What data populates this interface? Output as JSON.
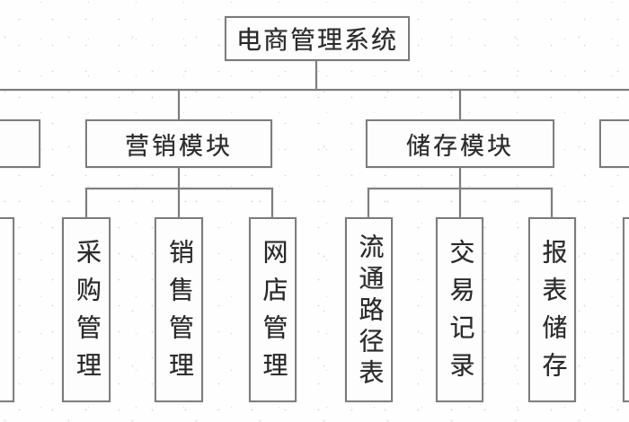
{
  "diagram": {
    "type": "tree",
    "root": {
      "label": "电商管理系统"
    },
    "modules": [
      {
        "label": "营销模块",
        "children": [
          "采购管理",
          "销售管理",
          "网店管理"
        ]
      },
      {
        "label": "储存模块",
        "children": [
          "流通路径表",
          "交易记录",
          "报表储存"
        ]
      }
    ],
    "partial_boxes": {
      "left_module_visible": true,
      "right_module_visible": true,
      "left_leaf_visible": true,
      "right_leaf_visible": true
    },
    "colors": {
      "line": "#7e7e7e",
      "text": "#2b2b2b",
      "background": "#fefefe"
    }
  }
}
